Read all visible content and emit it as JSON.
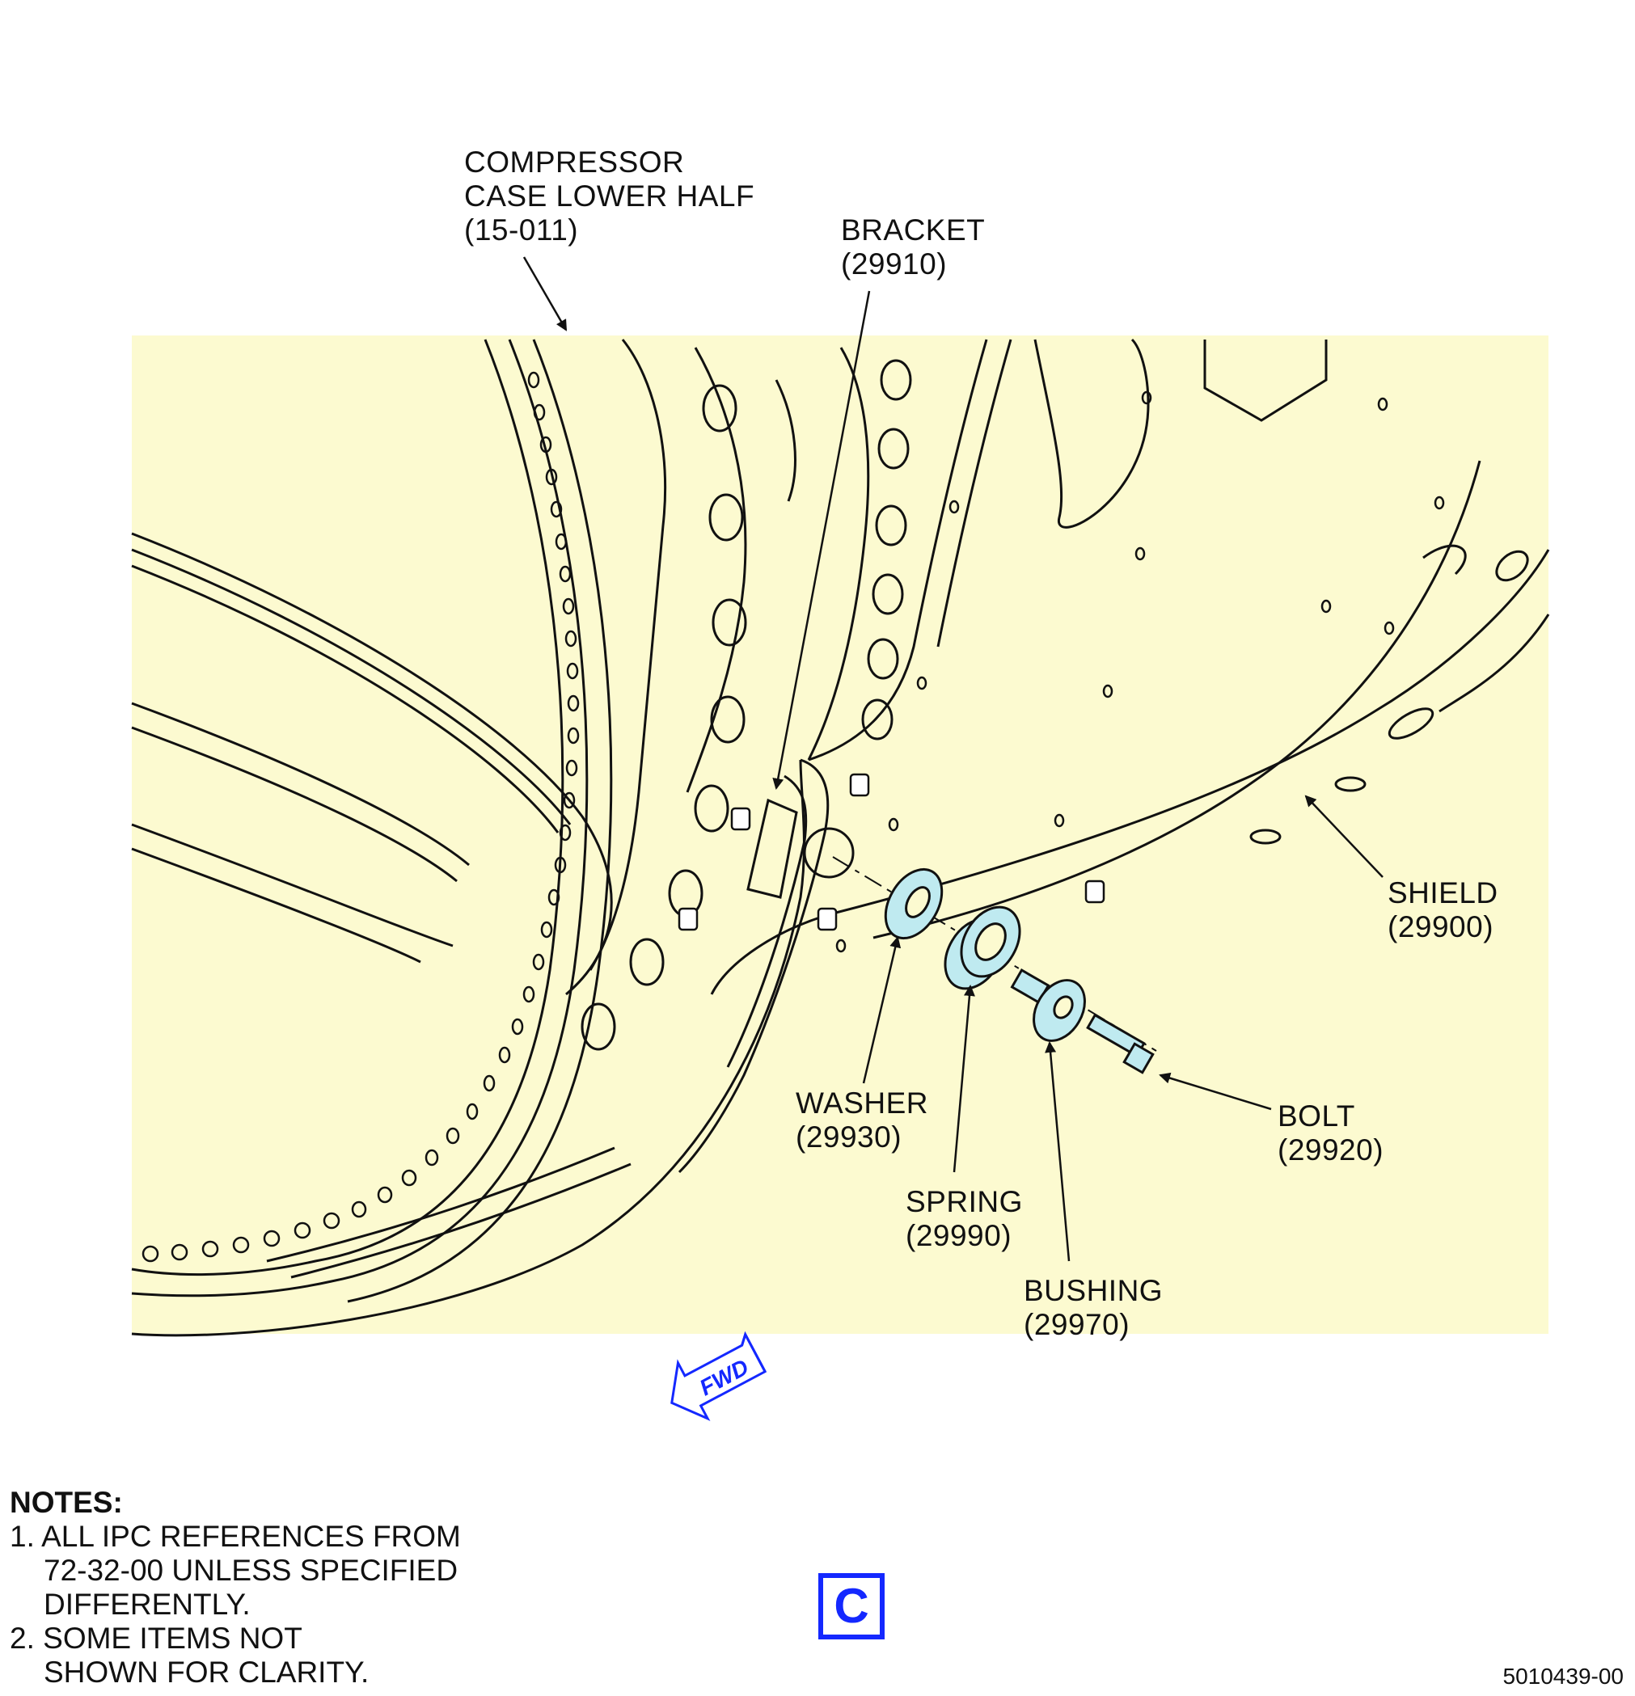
{
  "callouts": {
    "compressor_case": [
      "COMPRESSOR",
      "CASE LOWER HALF",
      "(15-011)"
    ],
    "bracket": [
      "BRACKET",
      "(29910)"
    ],
    "shield": [
      "SHIELD",
      "(29900)"
    ],
    "washer": [
      "WASHER",
      "(29930)"
    ],
    "bolt": [
      "BOLT",
      "(29920)"
    ],
    "spring": [
      "SPRING",
      "(29990)"
    ],
    "bushing": [
      "BUSHING",
      "(29970)"
    ]
  },
  "fwd_label": "FWD",
  "notes": {
    "header": "NOTES:",
    "items": [
      [
        "1. ALL IPC REFERENCES FROM",
        "72-32-00 UNLESS SPECIFIED",
        "DIFFERENTLY."
      ],
      [
        "2. SOME ITEMS NOT",
        "SHOWN FOR CLARITY."
      ]
    ]
  },
  "view_letter": "C",
  "figure_number": "5010439-00",
  "colors": {
    "background_fill": "#fcfad0",
    "part_highlight": "#bfeaf0",
    "accent_blue": "#1428ff",
    "line": "#111111"
  }
}
